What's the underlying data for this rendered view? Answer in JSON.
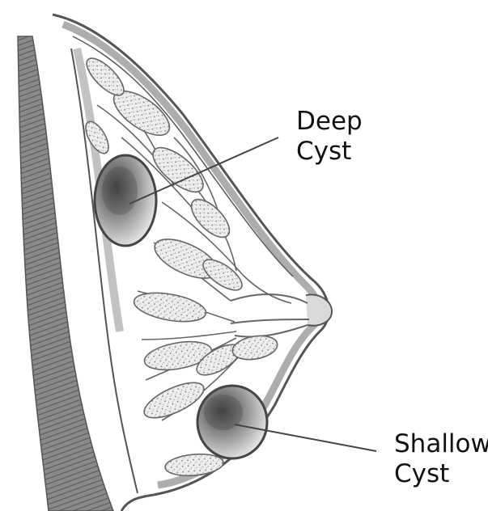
{
  "labels": {
    "deep_cyst": [
      "Deep",
      "Cyst"
    ],
    "shallow_cyst": [
      "Shallow",
      "Cyst"
    ]
  },
  "colors": {
    "background": "#ffffff",
    "outline": "#555555",
    "chest_wall_shading": "#6f6f6f",
    "tissue_light": "#c8c8c8",
    "leader_line": "#444444",
    "label_text": "#111111"
  }
}
